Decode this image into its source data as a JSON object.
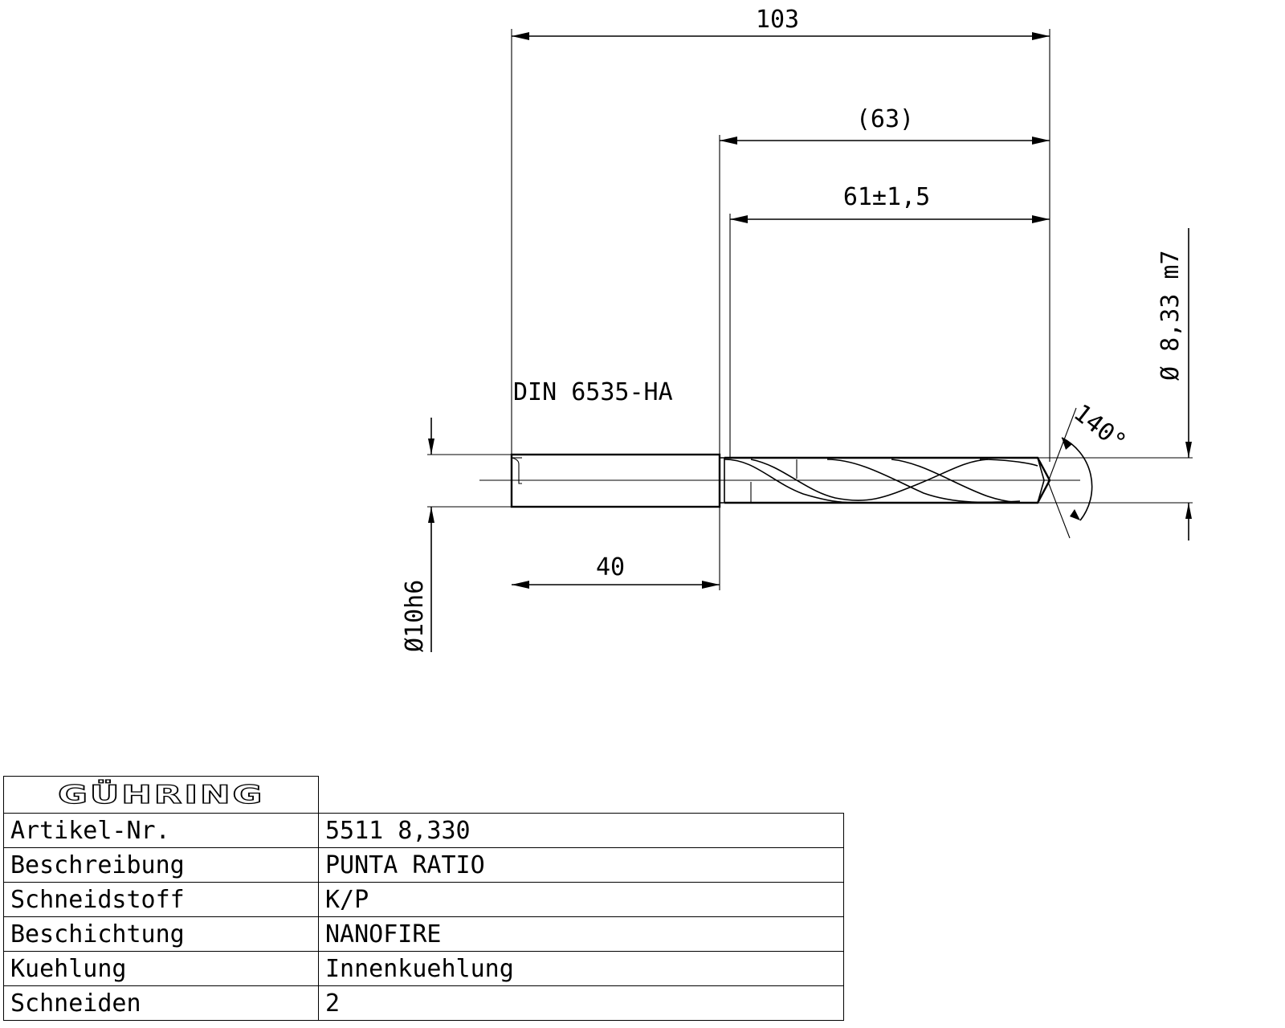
{
  "drawing": {
    "dimensions": {
      "overall_length": "103",
      "flute_length": "(63)",
      "cutting_length": "61±1,5",
      "shank_length": "40",
      "cutting_diameter": "Ø 8,33 m7",
      "shank_diameter": "Ø10h6",
      "point_angle": "140°"
    },
    "shank_standard": "DIN 6535-HA"
  },
  "table": {
    "logo": "GÜHRING",
    "rows": [
      {
        "label": "Artikel-Nr.",
        "value": "5511 8,330"
      },
      {
        "label": "Beschreibung",
        "value": "PUNTA RATIO"
      },
      {
        "label": "Schneidstoff",
        "value": "K/P"
      },
      {
        "label": "Beschichtung",
        "value": "NANOFIRE"
      },
      {
        "label": "Kuehlung",
        "value": "Innenkuehlung"
      },
      {
        "label": "Schneiden",
        "value": "2"
      }
    ]
  }
}
